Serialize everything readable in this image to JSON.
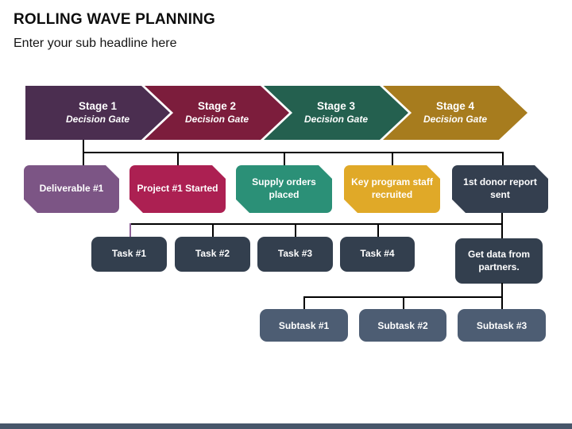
{
  "slide": {
    "title": "ROLLING WAVE PLANNING",
    "subtitle": "Enter your sub headline here"
  },
  "stages": [
    {
      "label": "Stage 1",
      "sublabel": "Decision Gate",
      "color": "#4b2e50"
    },
    {
      "label": "Stage 2",
      "sublabel": "Decision Gate",
      "color": "#7c1d3c"
    },
    {
      "label": "Stage 3",
      "sublabel": "Decision Gate",
      "color": "#24604f"
    },
    {
      "label": "Stage 4",
      "sublabel": "Decision Gate",
      "color": "#a77c1e"
    }
  ],
  "milestones": [
    {
      "label": "Deliverable #1",
      "color": "#7c5585"
    },
    {
      "label": "Project #1 Started",
      "color": "#ac2052"
    },
    {
      "label": "Supply orders placed",
      "color": "#2b9077"
    },
    {
      "label": "Key program staff recruited",
      "color": "#e0a928"
    },
    {
      "label": "1st donor report sent",
      "color": "#343f4f"
    }
  ],
  "tasks": [
    {
      "label": "Task #1"
    },
    {
      "label": "Task #2"
    },
    {
      "label": "Task #3"
    },
    {
      "label": "Task #4"
    },
    {
      "label": "Get data from partners."
    }
  ],
  "subtasks": [
    {
      "label": "Subtask #1"
    },
    {
      "label": "Subtask #2"
    },
    {
      "label": "Subtask #3"
    }
  ],
  "colors": {
    "task_box": "#333f4e",
    "subtask_box": "#4d5d73",
    "connector": "#000000",
    "connector_accent": "#8e6299",
    "footer_bar": "#47566a",
    "text_on_dark": "#ffffff"
  }
}
